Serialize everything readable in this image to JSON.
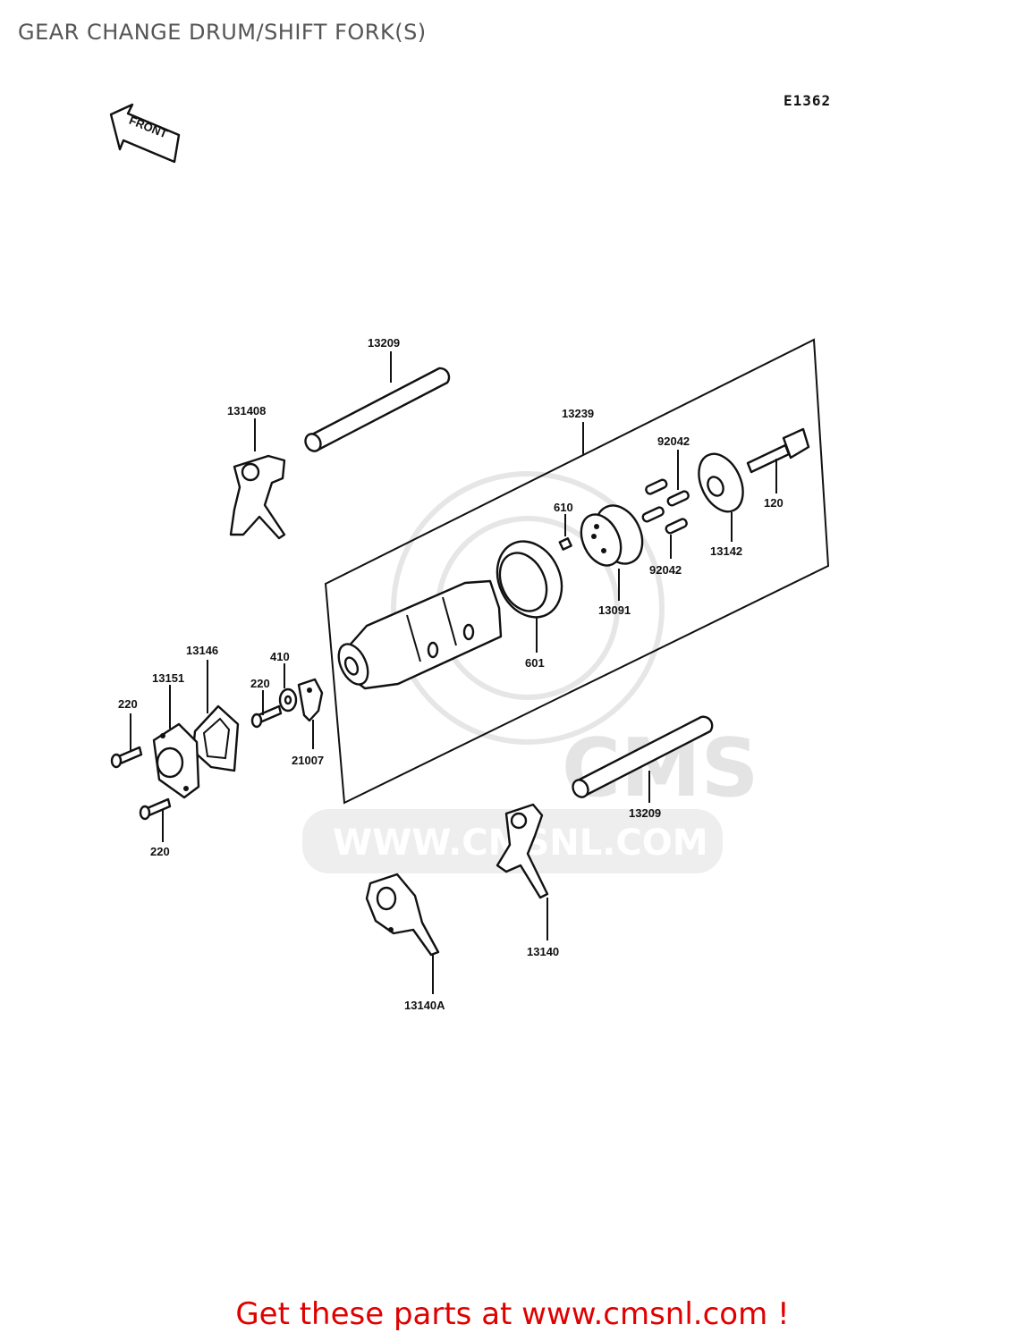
{
  "title": "GEAR CHANGE DRUM/SHIFT FORK(S)",
  "diagram_code": "E1362",
  "front_arrow_label": "FRONT",
  "watermark": {
    "logo_text": "CMS",
    "url": "WWW.CMSNL.COM"
  },
  "part_labels": {
    "shaft_top": "13209",
    "fork_top": "131408",
    "drum_assembly": "13239",
    "pin_upper": "92042",
    "bolt": "120",
    "pin_small": "610",
    "plate": "13142",
    "pin_lower": "92042",
    "pin_holder": "13091",
    "bearing": "601",
    "cover": "13146",
    "stopper_holder": "13151",
    "washer": "410",
    "bolt_upper_left": "220",
    "screw_left": "220",
    "stopper_lever": "21007",
    "screw_bottom": "220",
    "shaft_bottom": "13209",
    "fork_right": "13140",
    "fork_left": "13140A"
  },
  "footer": "Get these parts at www.cmsnl.com !"
}
